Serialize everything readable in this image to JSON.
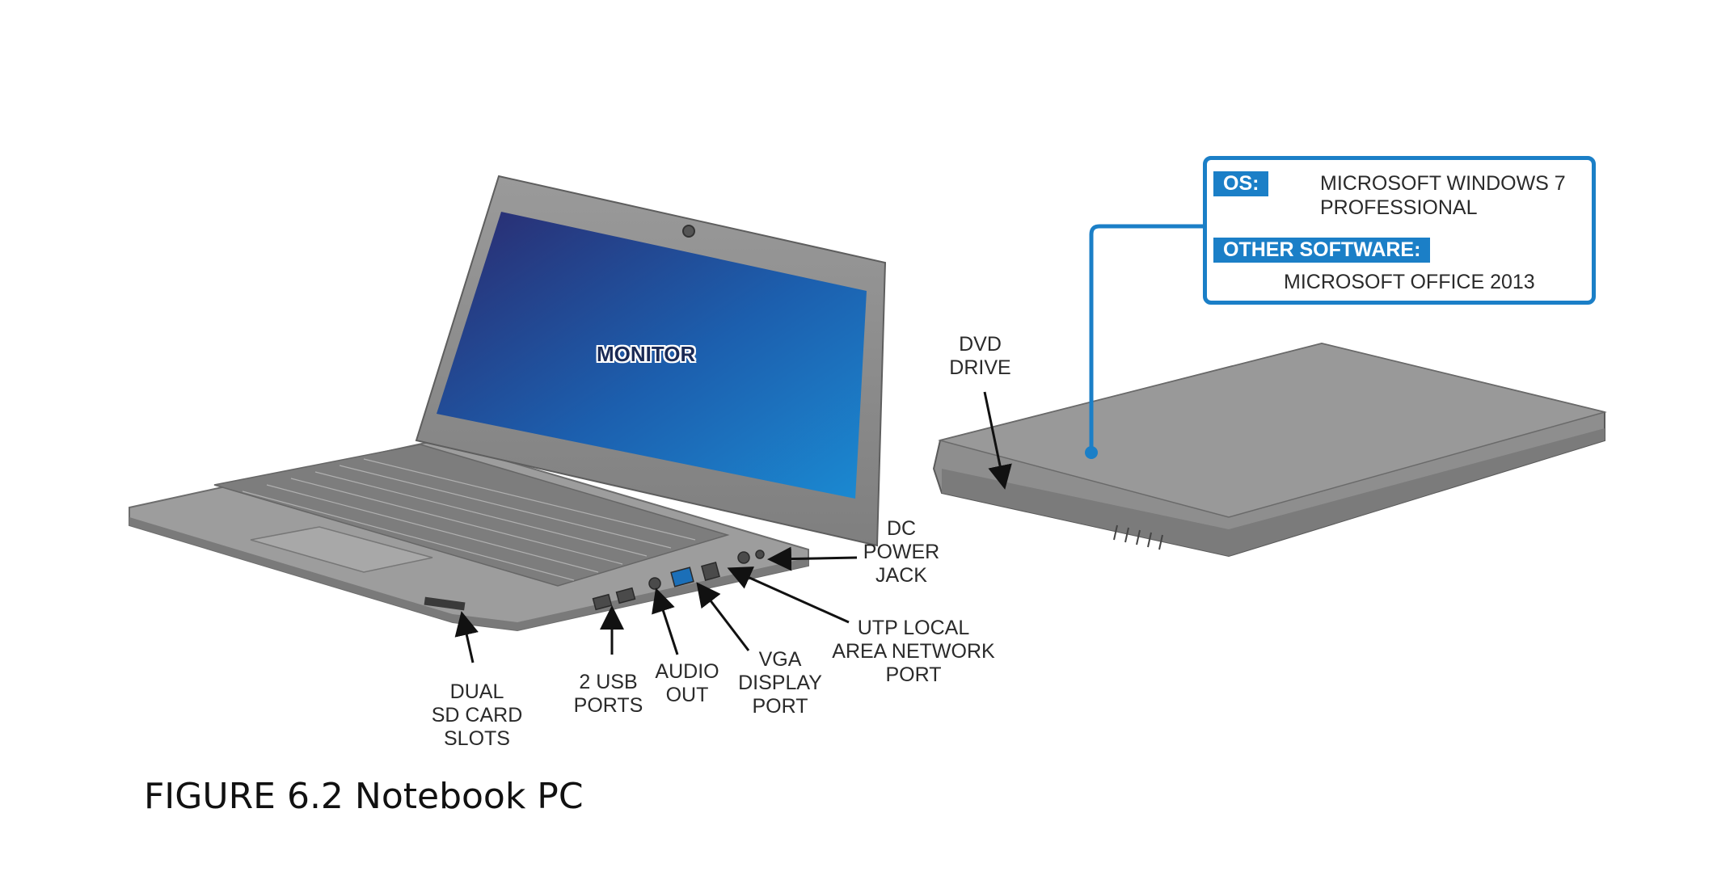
{
  "caption": "FIGURE 6.2 Notebook PC",
  "screen_label": "MONITOR",
  "labels": {
    "dual_sd": "DUAL\nSD CARD\nSLOTS",
    "usb": "2 USB\nPORTS",
    "audio": "AUDIO\nOUT",
    "vga": "VGA\nDISPLAY\nPORT",
    "lan": "UTP LOCAL\nAREA NETWORK\nPORT",
    "dc": "DC\nPOWER\nJACK",
    "dvd": "DVD\nDRIVE"
  },
  "info": {
    "os_tag": "OS:",
    "os_value": "MICROSOFT WINDOWS 7\nPROFESSIONAL",
    "other_tag": "OTHER SOFTWARE:",
    "other_value": "MICROSOFT OFFICE 2013"
  },
  "colors": {
    "accent": "#1b7fc7",
    "body_gray": "#8c8c8c",
    "screen_dark": "#2b2a6e",
    "screen_light": "#1b82cc"
  }
}
